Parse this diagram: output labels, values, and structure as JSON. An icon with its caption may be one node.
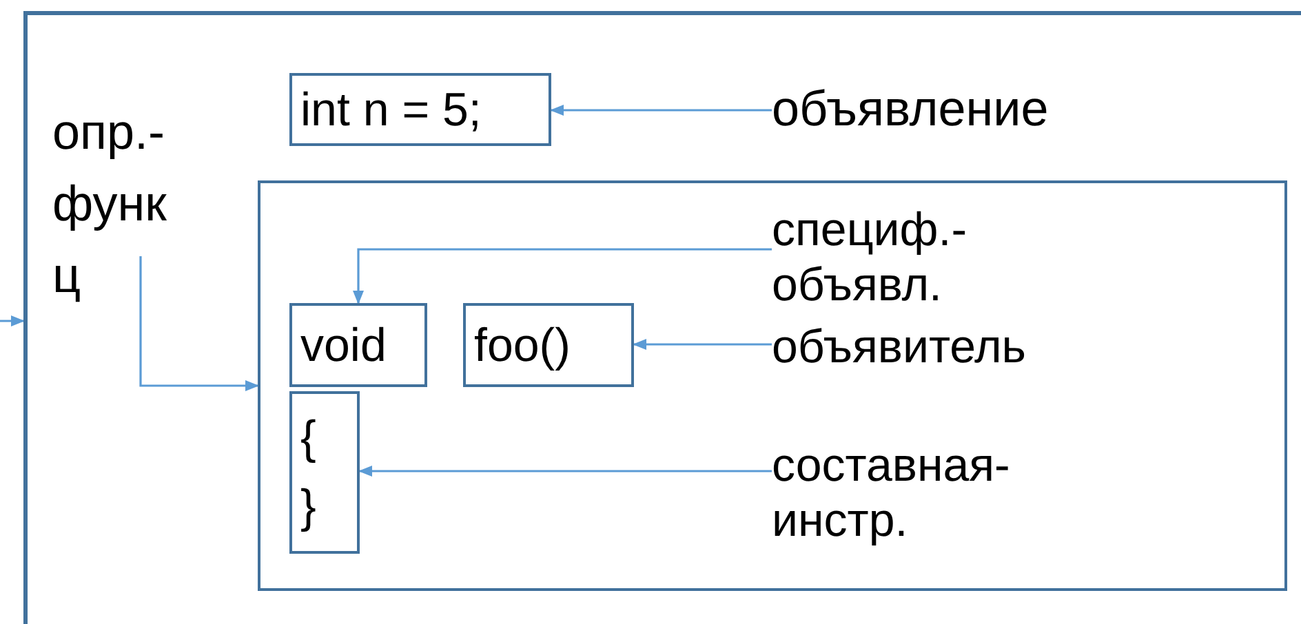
{
  "diagram": {
    "nodes": [
      {
        "text": [],
        "shape": "box"
      },
      {
        "text": [
          "опр.- функ ц"
        ],
        "in": 0
      },
      {
        "text": [
          "int n = 5;"
        ],
        "in": 0
      },
      {
        "text": [
          "объявление"
        ],
        "in": 0
      },
      {
        "text": [],
        "shape": "box",
        "in": 0
      },
      {
        "text": [
          "void"
        ],
        "in": 4
      },
      {
        "text": [
          "foo()"
        ],
        "in": 4
      },
      {
        "text": [
          "{ }"
        ],
        "in": 4
      },
      {
        "text": [
          "специф.- объявл."
        ],
        "in": 4
      },
      {
        "text": [
          "объявитель"
        ],
        "in": 4
      },
      {
        "text": [
          "составная- инстр."
        ],
        "in": 4
      }
    ],
    "edges": [
      {
        "from": null,
        "to": 0,
        "arrow": "to"
      },
      {
        "from": 3,
        "to": 2,
        "arrow": "to"
      },
      {
        "from": 1,
        "to": 4,
        "arrow": "to"
      },
      {
        "from": 8,
        "to": 5,
        "arrow": "to"
      },
      {
        "from": 9,
        "to": 6,
        "arrow": "to"
      },
      {
        "from": 10,
        "to": 7,
        "arrow": "to"
      }
    ]
  }
}
